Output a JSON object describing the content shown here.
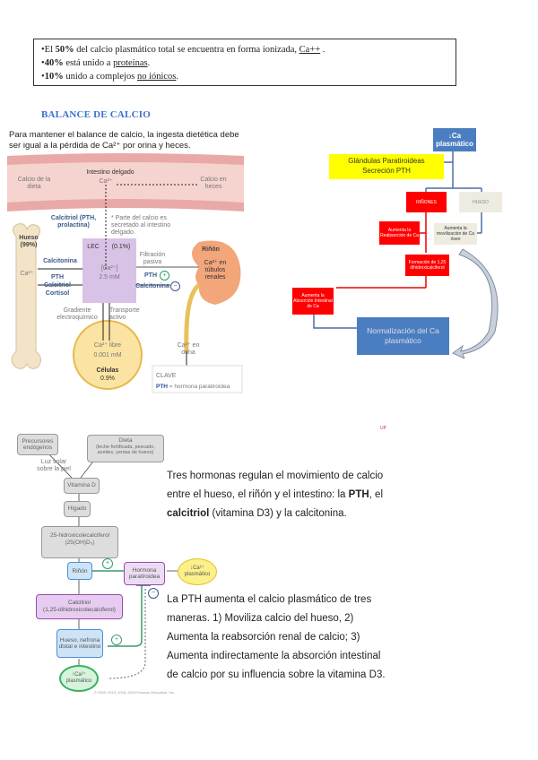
{
  "notes": {
    "line1": {
      "prefix": "•El ",
      "bold": "50%",
      "text": " del calcio plasmático total se encuentra en forma ionizada, ",
      "underline": "Ca++",
      "suffix": " ."
    },
    "line2": {
      "prefix": "•",
      "bold": "40%",
      "text": " está unido a ",
      "underline": "proteínas",
      "suffix": "."
    },
    "line3": {
      "prefix": " •",
      "bold": "10%",
      "text": " unido a complejos ",
      "underline": "no iónicos",
      "suffix": "."
    }
  },
  "section_title": "BALANCE DE CALCIO",
  "figure1": {
    "caption": "Para mantener el balance de calcio, la ingesta dietética debe ser igual a la pérdida de Ca²⁺ por orina y heces.",
    "intestine_label": "Intestino delgado",
    "diet_calcium": "Calcio de la dieta",
    "intestine_ca": "Ca²⁺",
    "feces_calcium": "Calcio en heces",
    "calcitriol_label": "Calcitriol (PTH, prolactina)",
    "secretion_note": "* Parte del calcio es secretado al intestino delgado.",
    "bone_label": "Hueso (99%)",
    "bone_ca": "Ca²⁺",
    "calcitonin_label": "Calcitonina",
    "pth_label": "PTH",
    "calcitriol2": "Calcitriol",
    "cortisol": "Cortisol",
    "lec_label": "LEC",
    "lec_percent": "(0.1%)",
    "lec_ca": "[Ca²⁺]",
    "lec_conc": "2.5 mM",
    "filtration": "Filtración pasiva",
    "kidney_pth": "PTH",
    "kidney_calcitonin": "Calcitonina",
    "plus": "+",
    "minus": "−",
    "kidney_label": "Riñón",
    "kidney_ca": "Ca²⁺ en túbulos renales",
    "gradient": "Gradiente electroquímico",
    "active_transport": "Transporte activo",
    "urine_ca": "Ca²⁺ en orina",
    "cell_ca": "Ca²⁺ libre",
    "cell_conc": "0.001 mM",
    "cell_label": "Células",
    "cell_percent": "0.9%",
    "legend_title": "CLAVE",
    "legend_pth": "PTH",
    "legend_text": " = hormona paratiroidea"
  },
  "figure2": {
    "ca_drop": "↓Ca plasmático",
    "glands": "Glándulas Paratiroideas",
    "pth_secretion": "Secreción PTH",
    "kidney": "RIÑONES",
    "bone": "HUESO",
    "reabsorption": "Aumenta la Reabsorción de Ca",
    "mobilization": "Aumenta la movilización de Ca óseo",
    "formation": "Formación de 1,25 dihidroxicalciferol",
    "absorption": "Aumenta la Absorción Intestinal de Ca",
    "normalization": "Normalización del Ca plasmático"
  },
  "figure3": {
    "precursors": "Precursores endógenos",
    "sunlight": "Luz solar sobre la piel",
    "diet": "Dieta",
    "diet_detail": "(leche fortificada, pescado, aceites, yemas de huevo)",
    "vitamin_d": "Vitamina D",
    "liver": "Hígado",
    "hydroxy": "25-hidroxicolecalciferol",
    "hydroxy_formula": "(25(OH)D₃)",
    "kidney": "Riñón",
    "hormone": "Hormona paratiroidea",
    "low_ca": "↓Ca²⁺ plasmático",
    "calcitriol": "Calcitriol",
    "calcitriol_formula": "(1,25-dihidroxicolecalciferol)",
    "targets": "Hueso, nefrona distal e intestino",
    "high_ca": "↑Ca²⁺ plasmático",
    "plus": "+",
    "minus": "−",
    "copyright": "© 2009, 2013, 2016, 2019 Pearson Education, Inc."
  },
  "text1": {
    "part1": "Tres hormonas regulan el movimiento de calcio entre el hueso, el riñón y el intestino: la ",
    "bold1": "PTH",
    "part2": ", el ",
    "bold2": "calcitriol",
    "part3": " (vitamina D3) y la calcitonina."
  },
  "text2": "La PTH aumenta el calcio plasmático de tres maneras.  1) Moviliza calcio del hueso, 2) Aumenta la reabsorción renal de calcio; 3) Aumenta indirectamente la absorción intestinal de calcio por su influencia sobre la vitamina D3.",
  "corner_mark": "UP"
}
